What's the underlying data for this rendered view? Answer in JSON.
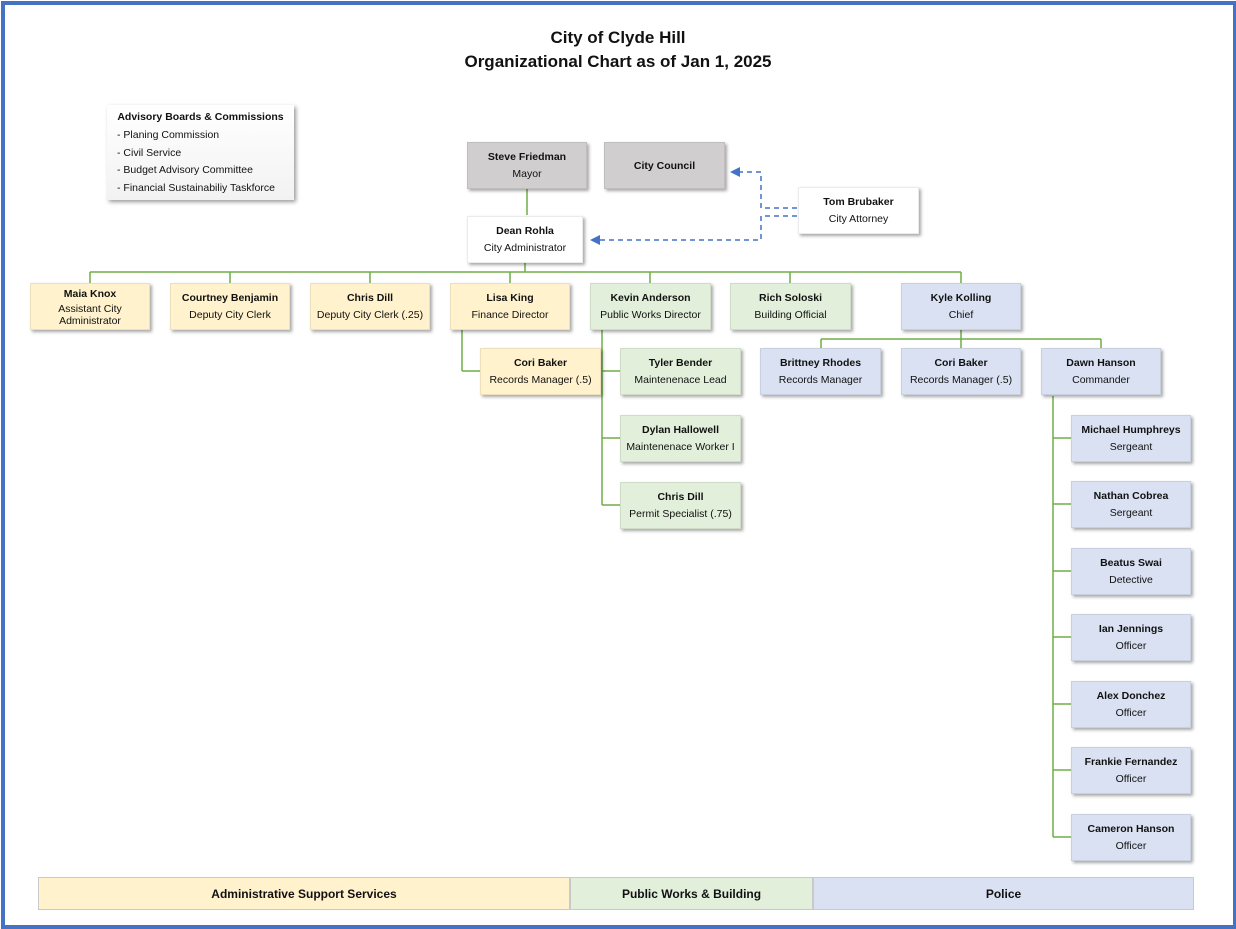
{
  "title_line1": "City of Clyde Hill",
  "title_line2": "Organizational Chart as of Jan 1, 2025",
  "advisory": {
    "heading": "Advisory Boards & Commissions",
    "items": [
      "- Planing Commission",
      "- Civil Service",
      "- Budget Advisory Committee",
      "- Financial Sustainabiliy Taskforce"
    ]
  },
  "people": {
    "mayor": {
      "name": "Steve Friedman",
      "role": "Mayor"
    },
    "council": {
      "name": "City Council"
    },
    "attorney": {
      "name": "Tom Brubaker",
      "role": "City Attorney"
    },
    "admin": {
      "name": "Dean Rohla",
      "role": "City Administrator"
    },
    "maia": {
      "name": "Maia Knox",
      "role": "Assistant City Administrator"
    },
    "courtney": {
      "name": "Courtney Benjamin",
      "role": "Deputy City Clerk"
    },
    "chris1": {
      "name": "Chris Dill",
      "role": "Deputy City Clerk (.25)"
    },
    "lisa": {
      "name": "Lisa King",
      "role": "Finance Director"
    },
    "cori1": {
      "name": "Cori Baker",
      "role": "Records Manager (.5)"
    },
    "kevin": {
      "name": "Kevin Anderson",
      "role": "Public Works Director"
    },
    "tyler": {
      "name": "Tyler Bender",
      "role": "Maintenenace Lead"
    },
    "dylan": {
      "name": "Dylan Hallowell",
      "role": "Maintenenace Worker I"
    },
    "chris2": {
      "name": "Chris Dill",
      "role": "Permit Specialist (.75)"
    },
    "rich": {
      "name": "Rich Soloski",
      "role": "Building Official"
    },
    "kyle": {
      "name": "Kyle Kolling",
      "role": "Chief"
    },
    "brittney": {
      "name": "Brittney Rhodes",
      "role": "Records Manager"
    },
    "cori2": {
      "name": "Cori Baker",
      "role": "Records Manager (.5)"
    },
    "dawn": {
      "name": "Dawn Hanson",
      "role": "Commander"
    },
    "michael": {
      "name": "Michael Humphreys",
      "role": "Sergeant"
    },
    "nathan": {
      "name": "Nathan Cobrea",
      "role": "Sergeant"
    },
    "beatus": {
      "name": "Beatus Swai",
      "role": "Detective"
    },
    "ian": {
      "name": "Ian Jennings",
      "role": "Officer"
    },
    "alex": {
      "name": "Alex Donchez",
      "role": "Officer"
    },
    "frankie": {
      "name": "Frankie Fernandez",
      "role": "Officer"
    },
    "cameron": {
      "name": "Cameron Hanson",
      "role": "Officer"
    }
  },
  "legend": {
    "admin": "Administrative Support Services",
    "public_works": "Public Works & Building",
    "police": "Police"
  },
  "colors": {
    "frame": "#4472c4",
    "connector": "#70ad47",
    "dashed": "#4472c4",
    "admin": "#fff2cc",
    "public_works": "#e2efda",
    "police": "#d9e1f2",
    "executive": "#d0cece"
  }
}
